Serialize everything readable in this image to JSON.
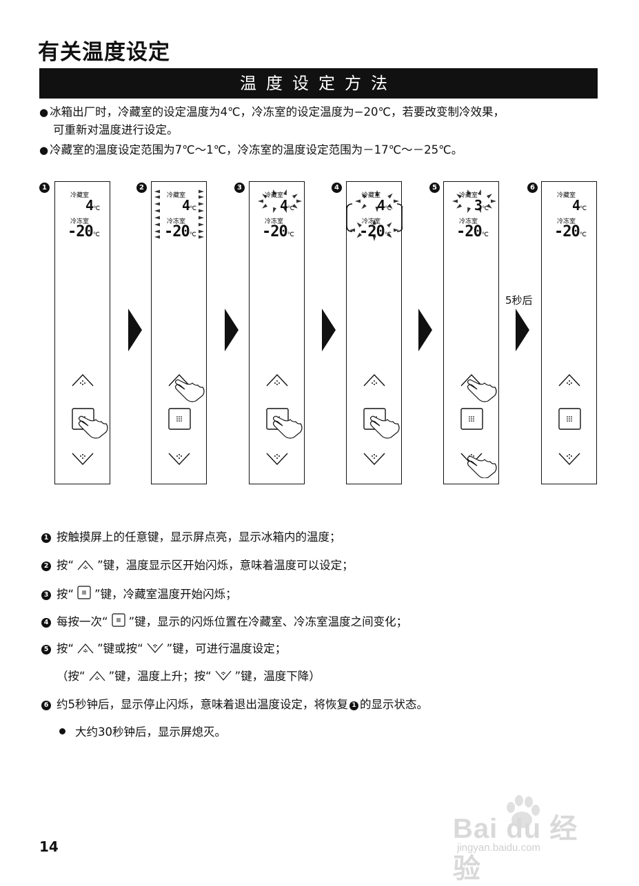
{
  "page": {
    "title": "有关温度设定",
    "section_heading": "温度设定方法",
    "page_number": "14"
  },
  "intro": [
    {
      "bullet": "●",
      "line1": "冰箱出厂时，冷藏室的设定温度为4℃，冷冻室的设定温度为−20℃，若要改变制冷效果，",
      "line2": "可重新对温度进行设定。"
    },
    {
      "bullet": "●",
      "line1": "冷藏室的温度设定范围为7℃～1℃，冷冻室的温度设定范围为－17℃～－25℃。"
    }
  ],
  "panel_labels": {
    "fridge": "冷藏室",
    "freezer": "冷冻室",
    "unit": "℃"
  },
  "steps": [
    {
      "num": "1",
      "fridge_value": "4",
      "freezer_value": "-20"
    },
    {
      "num": "2",
      "fridge_value": "4",
      "freezer_value": "-20"
    },
    {
      "num": "3",
      "fridge_value": "4",
      "freezer_value": "-20"
    },
    {
      "num": "4",
      "fridge_value": "4",
      "freezer_value": "-20"
    },
    {
      "num": "5",
      "fridge_value": "3",
      "freezer_value": "-20"
    },
    {
      "num": "6",
      "fridge_value": "4",
      "freezer_value": "-20"
    }
  ],
  "delay_label": "5秒后",
  "instructions": {
    "i1": {
      "num": "1",
      "text": "按触摸屏上的任意键，显示屏点亮，显示冰箱内的温度；"
    },
    "i2": {
      "num": "2",
      "pre": "按“",
      "post": "”键，温度显示区开始闪烁，意味着温度可以设定；"
    },
    "i3": {
      "num": "3",
      "pre": "按“",
      "post": "”键，冷藏室温度开始闪烁；"
    },
    "i4": {
      "num": "4",
      "pre": "每按一次“",
      "post": "”键，显示的闪烁位置在冷藏室、冷冻室温度之间变化；"
    },
    "i5": {
      "num": "5",
      "pre": "按“",
      "mid": "”键或按“",
      "post": "”键，可进行温度设定；"
    },
    "i5b": {
      "pre": "（按“",
      "mid": "”键，温度上升；按“",
      "post": "”键，温度下降）"
    },
    "i6": {
      "num": "6",
      "pre": "约5秒钟后，显示停止闪烁，意味着退出温度设定，将恢复",
      "ref": "1",
      "post": "的显示状态。"
    },
    "note": "大约30秒钟后，显示屏熄灭。"
  },
  "watermark": {
    "brand": "Bai du 经验",
    "url": "jingyan.baidu.com"
  }
}
